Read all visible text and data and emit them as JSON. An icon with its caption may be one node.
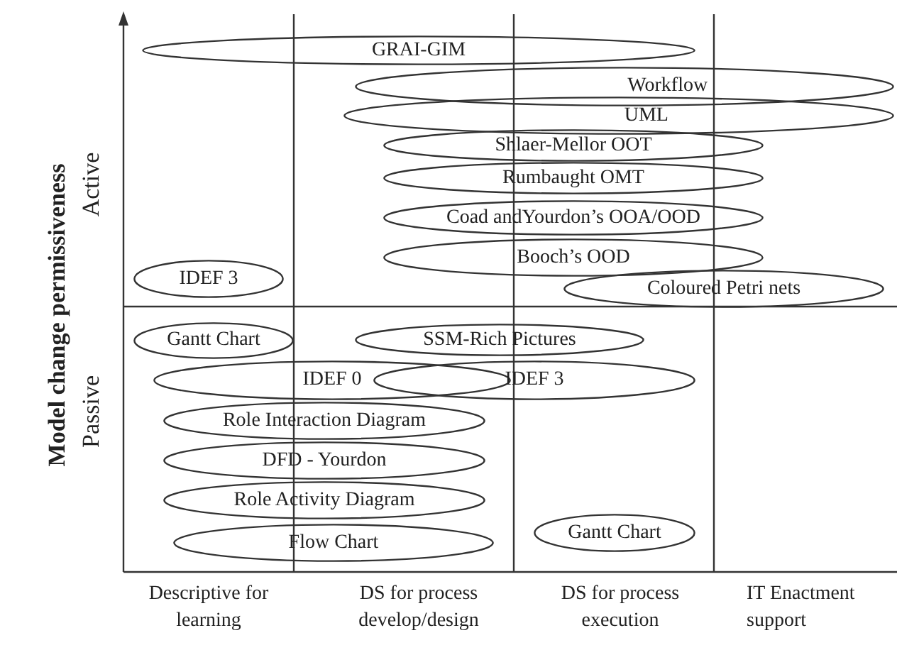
{
  "diagram": {
    "nodes": [
      {
        "text": [
          "GRAI-GIM"
        ]
      },
      {
        "text": [
          "Workflow"
        ]
      },
      {
        "text": [
          "UML"
        ]
      },
      {
        "text": [
          "Shlaer-Mellor OOT"
        ]
      },
      {
        "text": [
          "Rumbaught OMT"
        ]
      },
      {
        "text": [
          "Coad andYourdon’s OOA/OOD"
        ]
      },
      {
        "text": [
          "IDEF 3"
        ]
      },
      {
        "text": [
          "Booch’s OOD"
        ]
      },
      {
        "text": [
          "Coloured Petri nets"
        ]
      },
      {
        "text": [
          "Gantt Chart"
        ]
      },
      {
        "text": [
          "SSM-Rich Pictures"
        ]
      },
      {
        "text": [
          "IDEF 0"
        ]
      },
      {
        "text": [
          "IDEF 3"
        ]
      },
      {
        "text": [
          "Role Interaction Diagram"
        ]
      },
      {
        "text": [
          "DFD - Yourdon"
        ]
      },
      {
        "text": [
          "Role Activity Diagram"
        ]
      },
      {
        "text": [
          "Gantt Chart"
        ]
      },
      {
        "text": [
          "Flow Chart"
        ]
      }
    ],
    "labels": [
      "Model change permissiveness",
      "Active",
      "Passive",
      "Descriptive for learning",
      "DS for process develop/design",
      "DS for process execution",
      "IT Enactment support"
    ]
  }
}
